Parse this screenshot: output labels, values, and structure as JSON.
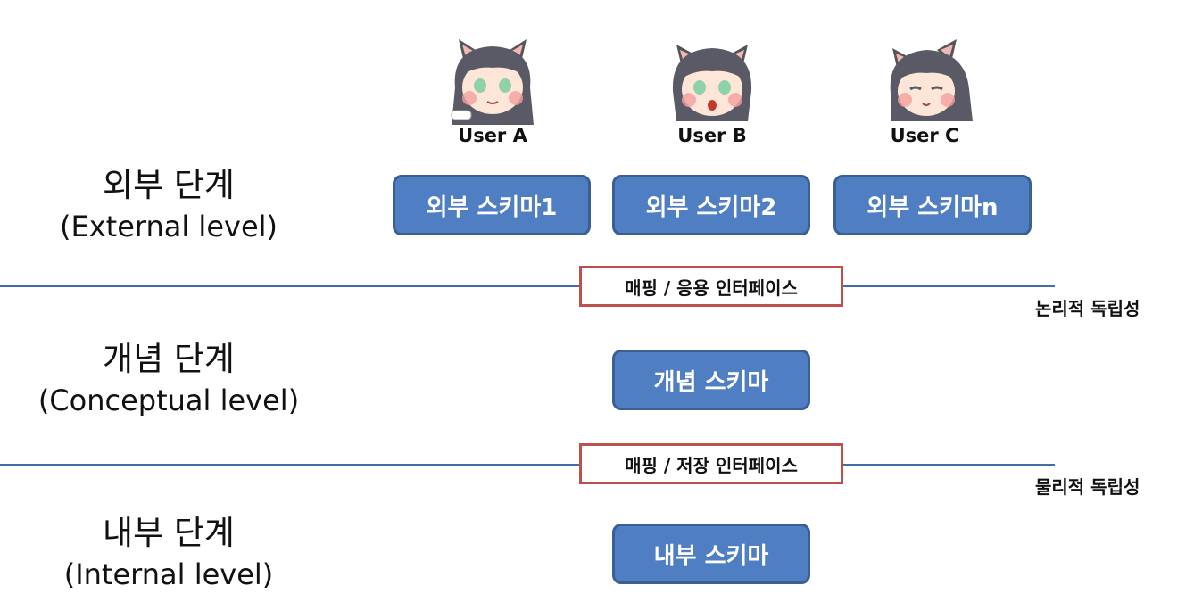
{
  "levels": {
    "external": {
      "ko": "외부 단계",
      "en": "(External level)"
    },
    "conceptual": {
      "ko": "개념 단계",
      "en": "(Conceptual level)"
    },
    "internal": {
      "ko": "내부 단계",
      "en": "(Internal level)"
    }
  },
  "users": [
    {
      "name": "User A",
      "icon": "cat-girl-avatar-icon"
    },
    {
      "name": "User B",
      "icon": "cat-girl-avatar-icon"
    },
    {
      "name": "User C",
      "icon": "cat-girl-avatar-icon"
    }
  ],
  "schemas": {
    "external_1": "외부 스키마1",
    "external_2": "외부 스키마2",
    "external_n": "외부 스키마n",
    "conceptual": "개념 스키마",
    "internal": "내부 스키마"
  },
  "mappings": {
    "app_interface": "매핑 / 응용 인터페이스",
    "storage_interface": "매핑 / 저장 인터페이스"
  },
  "independence": {
    "logical": "논리적 독립성",
    "physical": "물리적 독립성"
  },
  "colors": {
    "schema_fill": "#4f7ec2",
    "schema_border": "#3a5f95",
    "mapping_border": "#c0504d",
    "divider": "#3f6fa8"
  }
}
